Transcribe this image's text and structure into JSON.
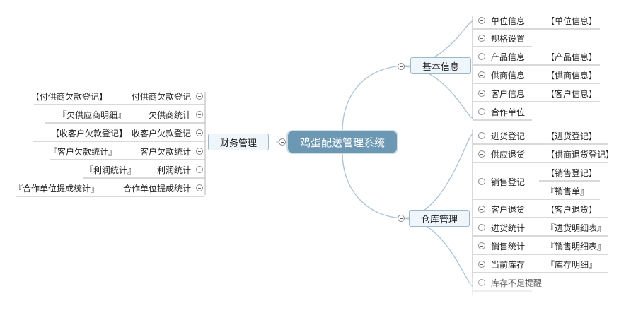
{
  "root": "鸡蛋配送管理系统",
  "branches": {
    "basic": {
      "label": "基本信息",
      "items": [
        {
          "label": "单位信息",
          "tags": [
            "【单位信息】"
          ]
        },
        {
          "label": "规格设置",
          "tags": []
        },
        {
          "label": "产品信息",
          "tags": [
            "【产品信息】"
          ]
        },
        {
          "label": "供商信息",
          "tags": [
            "【供商信息】"
          ]
        },
        {
          "label": "客户信息",
          "tags": [
            "【客户信息】"
          ]
        },
        {
          "label": "合作单位",
          "tags": []
        }
      ]
    },
    "warehouse": {
      "label": "仓库管理",
      "items": [
        {
          "label": "进货登记",
          "tags": [
            "【进货登记】"
          ]
        },
        {
          "label": "供应退货",
          "tags": [
            "【供商退货登记】"
          ]
        },
        {
          "label": "销售登记",
          "tags": [
            "【销售登记】",
            "『销售单』"
          ]
        },
        {
          "label": "客户退货",
          "tags": [
            "【客户退货】"
          ]
        },
        {
          "label": "进货统计",
          "tags": [
            "『进货明细表』"
          ]
        },
        {
          "label": "销售统计",
          "tags": [
            "『销售明细表』"
          ]
        },
        {
          "label": "当前库存",
          "tags": [
            "『库存明细』"
          ]
        },
        {
          "label": "库存不足提醒",
          "tags": []
        }
      ]
    },
    "finance": {
      "label": "财务管理",
      "items": [
        {
          "label": "付供商欠款登记",
          "tags": [
            "【付供商欠款登记】"
          ]
        },
        {
          "label": "欠供商统计",
          "tags": [
            "『欠供应商明细』"
          ]
        },
        {
          "label": "收客户欠款登记",
          "tags": [
            "【收客户欠款登记】"
          ]
        },
        {
          "label": "客户欠款统计",
          "tags": [
            "『客户欠款统计』"
          ]
        },
        {
          "label": "利润统计",
          "tags": [
            "『利润统计』"
          ]
        },
        {
          "label": "合作单位提成统计",
          "tags": [
            "『合作单位提成统计』"
          ]
        }
      ]
    }
  }
}
